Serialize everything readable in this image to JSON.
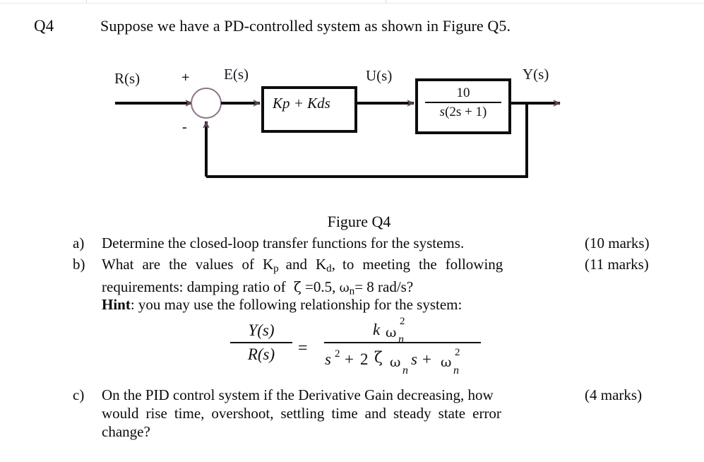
{
  "question": {
    "number": "Q4",
    "stem": "Suppose we have a PD-controlled system as shown in Figure Q5."
  },
  "diagram": {
    "caption": "Figure Q4",
    "labels": {
      "input": "R(s)",
      "plus_sign": "+",
      "minus_sign": "-",
      "error": "E(s)",
      "control": "U(s)",
      "output": "Y(s)"
    },
    "controller_block": {
      "text": "Kp + Kds"
    },
    "plant_block": {
      "numerator": "10",
      "denominator_s": "s",
      "denominator_rest": "(2s + 1)",
      "full": "10 / s(2s + 1)"
    },
    "colors": {
      "line": "#0d0d0d",
      "arrowhead": "#5a4356",
      "summing_circle": "#7d6a7a",
      "label_text": "#18181f"
    }
  },
  "items": [
    {
      "marker": "a)",
      "lines": [
        "Determine the closed-loop transfer functions for the systems."
      ],
      "marks": "(10 marks)"
    },
    {
      "marker": "b)",
      "lines": [
        "What are the values of Kp and Kd, to meeting the following",
        "requirements: damping ratio of  ζ =0.5, ωn= 8 rad/s?"
      ],
      "marks": "(11 marks)"
    },
    {
      "marker": "c)",
      "lines": [
        "On the PID control system if the Derivative Gain decreasing, how",
        "would rise time, overshoot, settling time and steady state error",
        "change?"
      ],
      "marks": "(4 marks)"
    }
  ],
  "hint": {
    "label": "Hint",
    "text": ": you may use the following relationship for the system:"
  },
  "formula": {
    "lhs_numerator": "Y(s)",
    "lhs_denominator": "R(s)",
    "equals": "=",
    "rhs_numerator": "kωn²",
    "rhs_denominator": "s² + 2 ζ ωn s + ωn²",
    "parts": {
      "k": "k",
      "omega": "ω",
      "sub_n": "n",
      "sup_2": "2",
      "s2": "s",
      "plus": "+",
      "two": "2",
      "zeta": "ζ",
      "s": "s"
    }
  }
}
